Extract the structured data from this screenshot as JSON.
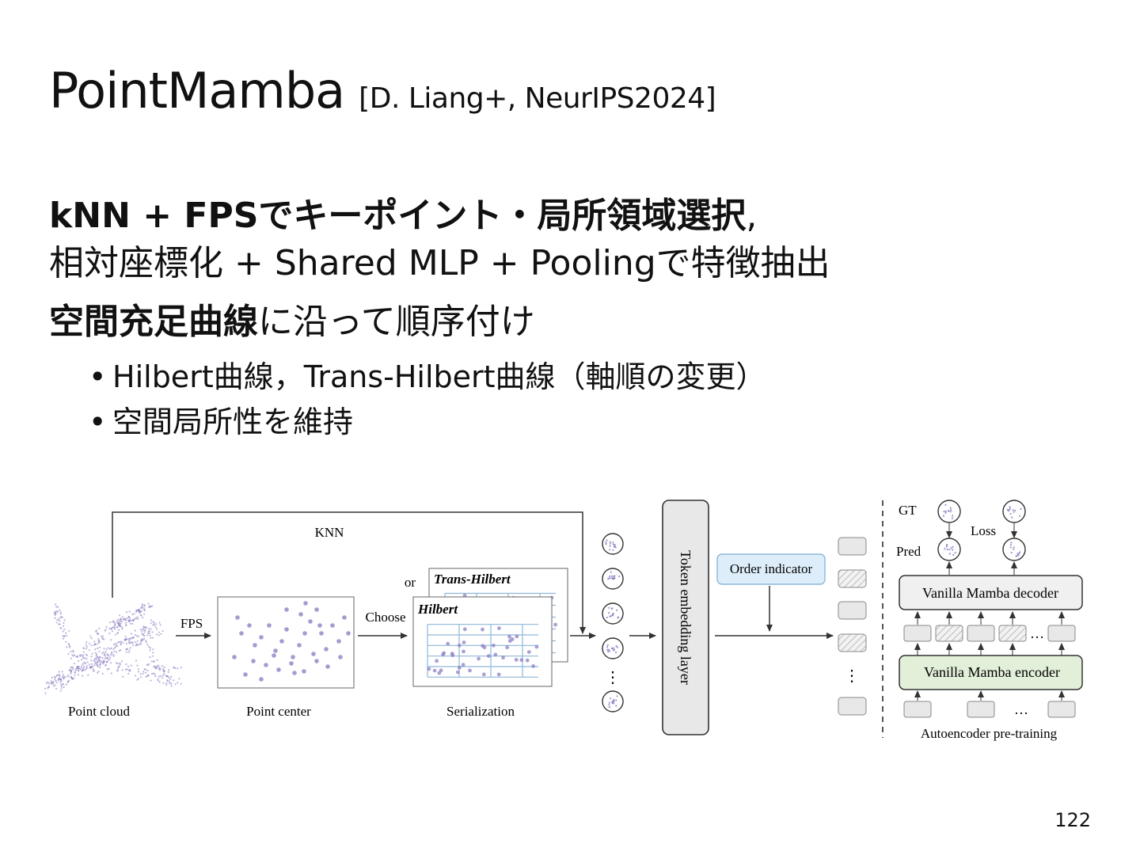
{
  "slide": {
    "title": "PointMamba",
    "citation": "[D. Liang+, NeurIPS2024]",
    "line1_bold": "kNN + FPSでキーポイント・局所領域選択",
    "line1_rest": ",",
    "line2": "相対座標化 + Shared MLP + Poolingで特徴抽出",
    "line3_bold": "空間充足曲線",
    "line3_rest": "に沿って順序付け",
    "bullets": [
      "Hilbert曲線，Trans-Hilbert曲線（軸順の変更）",
      "空間局所性を維持"
    ],
    "page_number": "122"
  },
  "diagram": {
    "knn": "KNN",
    "fps": "FPS",
    "point_cloud": "Point cloud",
    "point_center": "Point center",
    "choose": "Choose",
    "or": "or",
    "trans_hilbert": "Trans-Hilbert",
    "hilbert": "Hilbert",
    "serialization": "Serialization",
    "token_embedding": "Token embedding layer",
    "order_indicator": "Order indicator",
    "gt": "GT",
    "pred": "Pred",
    "loss": "Loss",
    "decoder": "Vanilla Mamba decoder",
    "encoder": "Vanilla Mamba encoder",
    "pretraining": "Autoencoder pre-training",
    "ellipsis": "…",
    "vdots": "⋮",
    "colors": {
      "points": "#8878c0",
      "grid": "#8fb8d8",
      "order_fill": "#ddeefa",
      "encoder_fill": "#e2efd9",
      "decoder_fill": "#f0f0f0",
      "token_fill": "#e8e8e8"
    }
  }
}
